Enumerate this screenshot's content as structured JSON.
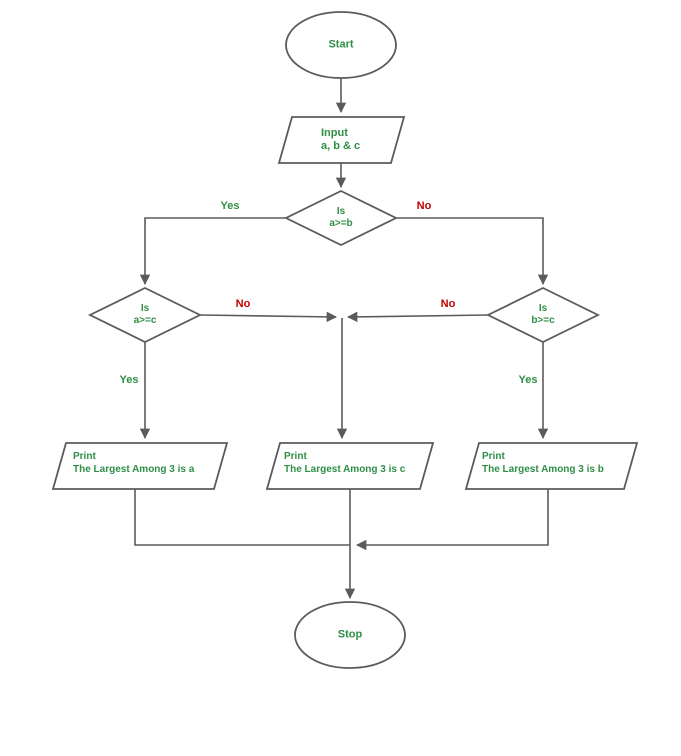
{
  "nodes": {
    "start": {
      "label": "Start"
    },
    "input": {
      "line1": "Input",
      "line2": "a, b & c"
    },
    "decision_ab": {
      "line1": "Is",
      "line2": "a>=b"
    },
    "decision_ac": {
      "line1": "Is",
      "line2": "a>=c"
    },
    "decision_bc": {
      "line1": "Is",
      "line2": "b>=c"
    },
    "print_a": {
      "line1": "Print",
      "line2": "The Largest Among 3 is a"
    },
    "print_c": {
      "line1": "Print",
      "line2": "The Largest Among 3 is c"
    },
    "print_b": {
      "line1": "Print",
      "line2": "The Largest Among 3 is b"
    },
    "stop": {
      "label": "Stop"
    }
  },
  "edge_labels": {
    "ab_yes": "Yes",
    "ab_no": "No",
    "ac_yes": "Yes",
    "ac_no": "No",
    "bc_yes": "Yes",
    "bc_no": "No"
  },
  "colors": {
    "shape_outline": "#5b5b5b",
    "connector": "#5b5b5b",
    "text_green": "#2f8f46",
    "no_label_red": "#c00000",
    "background": "#ffffff"
  }
}
